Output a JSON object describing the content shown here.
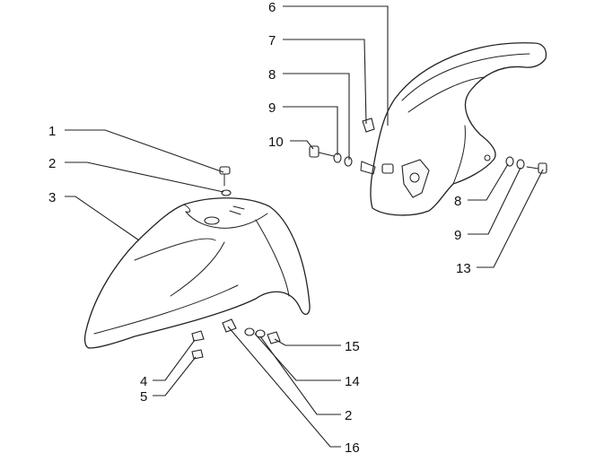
{
  "callouts": [
    {
      "id": "c1",
      "label": "1"
    },
    {
      "id": "c2a",
      "label": "2"
    },
    {
      "id": "c3",
      "label": "3"
    },
    {
      "id": "c4",
      "label": "4"
    },
    {
      "id": "c5",
      "label": "5"
    },
    {
      "id": "c6",
      "label": "6"
    },
    {
      "id": "c7",
      "label": "7"
    },
    {
      "id": "c8a",
      "label": "8"
    },
    {
      "id": "c9a",
      "label": "9"
    },
    {
      "id": "c10",
      "label": "10"
    },
    {
      "id": "c8b",
      "label": "8"
    },
    {
      "id": "c9b",
      "label": "9"
    },
    {
      "id": "c13",
      "label": "13"
    },
    {
      "id": "c15",
      "label": "15"
    },
    {
      "id": "c14",
      "label": "14"
    },
    {
      "id": "c2b",
      "label": "2"
    },
    {
      "id": "c16",
      "label": "16"
    }
  ]
}
